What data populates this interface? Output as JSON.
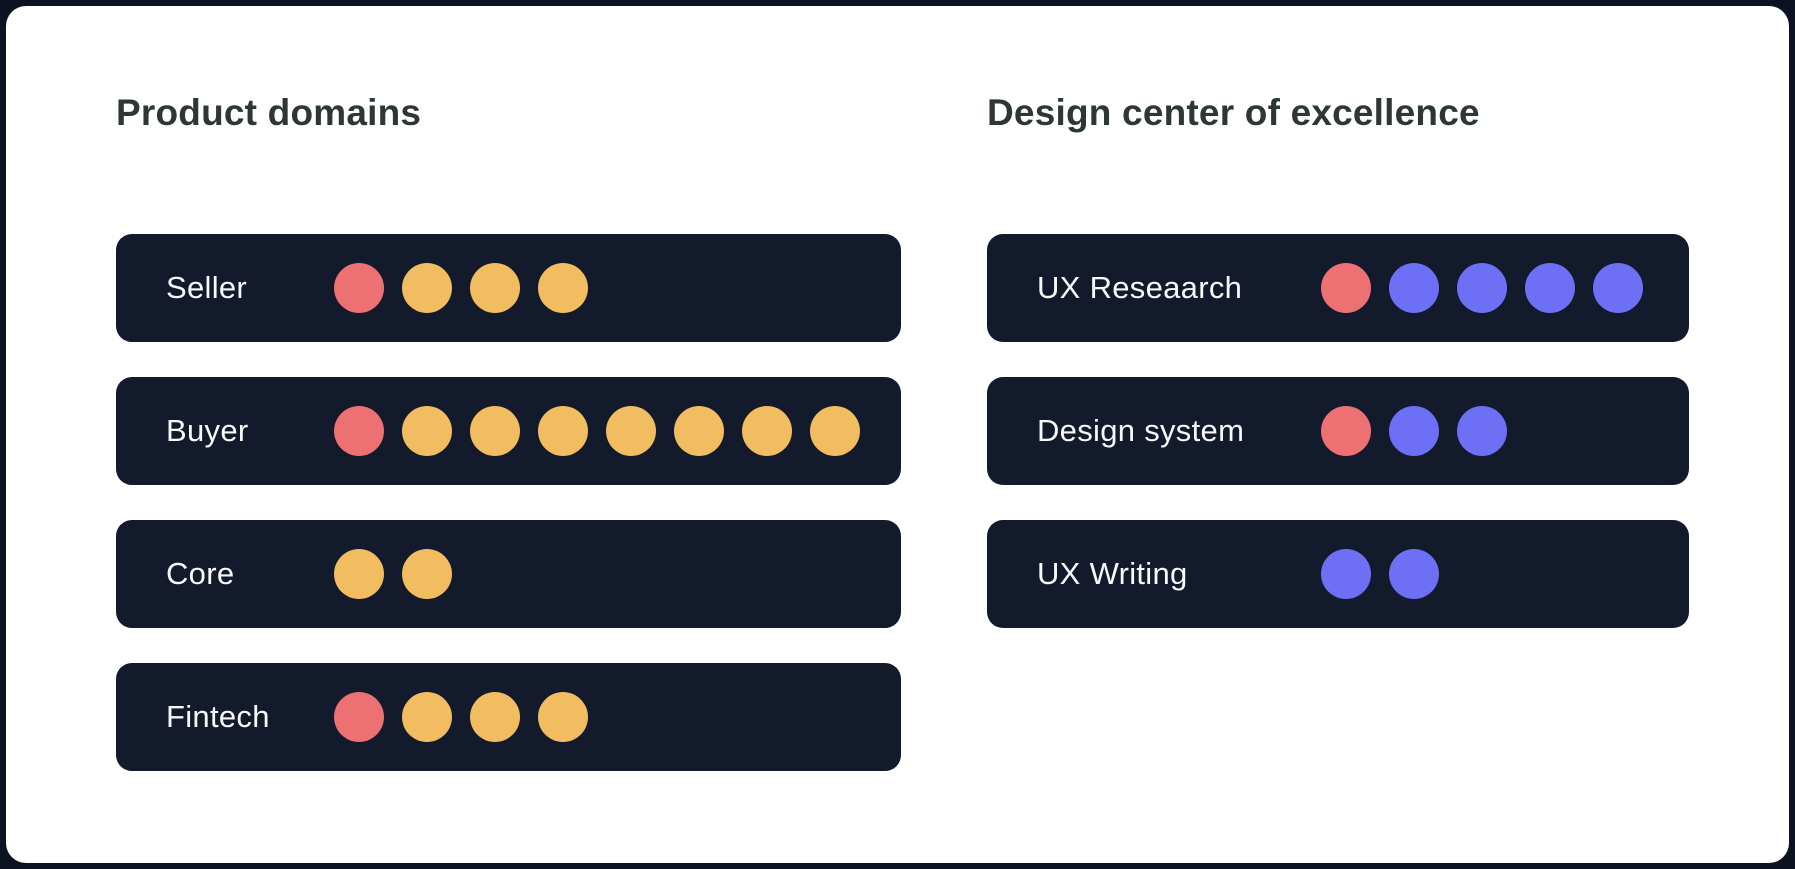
{
  "canvas": {
    "outer_background": "#0c1222",
    "card_background": "#ffffff",
    "bar_background": "#121a2c",
    "title_color": "#2e3833",
    "label_color": "#f8f8f8"
  },
  "dot_colors": {
    "red": "#ed7173",
    "yellow": "#f2bc60",
    "blue": "#6d70f4"
  },
  "columns": [
    {
      "title": "Product domains",
      "rows": [
        {
          "label": "Seller",
          "dots": [
            "red",
            "yellow",
            "yellow",
            "yellow"
          ]
        },
        {
          "label": "Buyer",
          "dots": [
            "red",
            "yellow",
            "yellow",
            "yellow",
            "yellow",
            "yellow",
            "yellow",
            "yellow"
          ]
        },
        {
          "label": "Core",
          "dots": [
            "yellow",
            "yellow"
          ]
        },
        {
          "label": "Fintech",
          "dots": [
            "red",
            "yellow",
            "yellow",
            "yellow"
          ]
        }
      ]
    },
    {
      "title": "Design center of excellence",
      "rows": [
        {
          "label": "UX Reseaarch",
          "dots": [
            "red",
            "blue",
            "blue",
            "blue",
            "blue"
          ]
        },
        {
          "label": "Design system",
          "dots": [
            "red",
            "blue",
            "blue"
          ]
        },
        {
          "label": "UX Writing",
          "dots": [
            "blue",
            "blue"
          ]
        }
      ]
    }
  ]
}
